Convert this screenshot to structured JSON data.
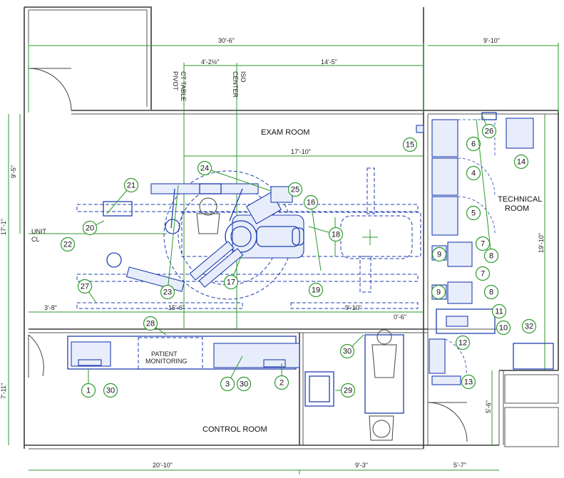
{
  "rooms": {
    "exam": "EXAM ROOM",
    "technical_line1": "TECHNICAL",
    "technical_line2": "ROOM",
    "control": "CONTROL ROOM"
  },
  "annotations": {
    "ct_table_pivot_1": "CT TABLE",
    "ct_table_pivot_2": "PIVOT",
    "iso_center_1": "ISO",
    "iso_center_2": "CENTER",
    "unit_cl_1": "UNIT",
    "unit_cl_2": "CL",
    "patient_monitoring_1": "PATIENT",
    "patient_monitoring_2": "MONITORING"
  },
  "dimensions": {
    "overall_width": "30'-6\"",
    "tech_width": "9'-10\"",
    "pivot_offset": "4'-2½\"",
    "iso_to_wall": "14'-5\"",
    "left_height_upper": "9'-5\"",
    "left_height_total": "17'-1\"",
    "table_travel": "17'-10\"",
    "rail_left": "3'-8\"",
    "rail_mid": "15'-6\"",
    "rail_right": "9'-10\"",
    "wall_gap": "0'-6\"",
    "tech_height": "19'-10\"",
    "control_height": "7'-11\"",
    "corridor_depth": "5'-6\"",
    "bottom_control": "20'-10\"",
    "bottom_prep": "9'-3\"",
    "bottom_corridor": "5'-7\""
  },
  "callouts": [
    "1",
    "2",
    "3",
    "4",
    "5",
    "6",
    "7",
    "7",
    "8",
    "8",
    "9",
    "9",
    "10",
    "11",
    "12",
    "13",
    "14",
    "15",
    "16",
    "17",
    "18",
    "19",
    "20",
    "21",
    "22",
    "23",
    "24",
    "25",
    "26",
    "27",
    "28",
    "29",
    "30",
    "30",
    "30",
    "32"
  ]
}
